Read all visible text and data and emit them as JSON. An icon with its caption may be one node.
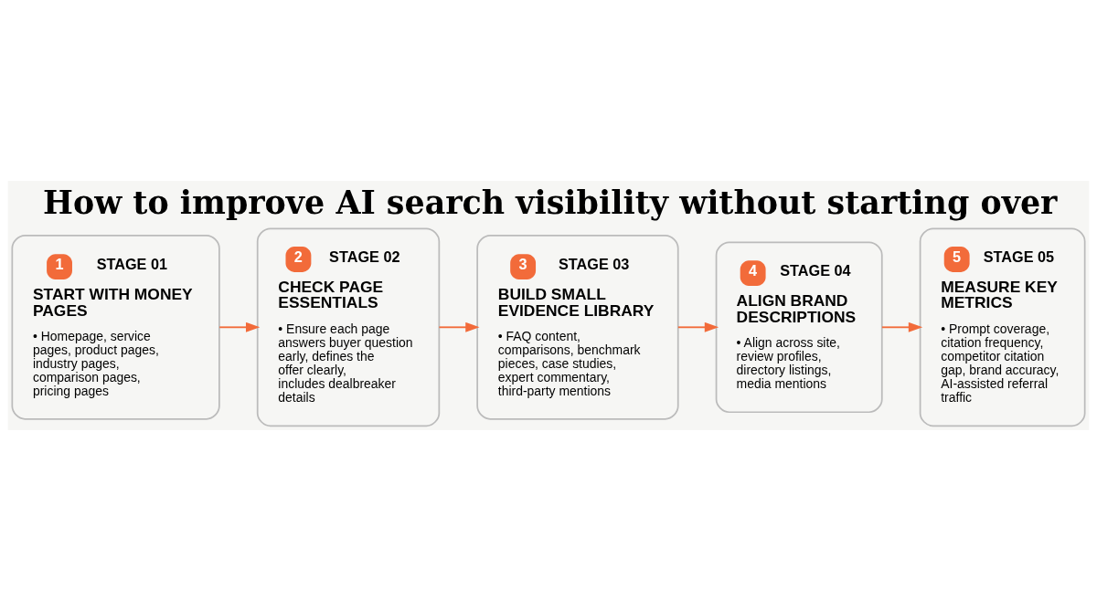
{
  "diagram": {
    "title": "How to improve AI search visibility without starting over",
    "nodes": [
      {
        "text": [
          "1",
          "STAGE 01",
          "START WITH MONEY PAGES",
          "• Homepage, service pages, product pages, industry pages, comparison pages, pricing pages"
        ]
      },
      {
        "text": [
          "2",
          "STAGE 02",
          "CHECK PAGE ESSENTIALS",
          "• Ensure each page answers buyer question early, defines the offer clearly, includes dealbreaker details"
        ]
      },
      {
        "text": [
          "3",
          "STAGE 03",
          "BUILD SMALL EVIDENCE LIBRARY",
          "• FAQ content, comparisons, benchmark pieces, case studies, expert commentary, third-party mentions"
        ]
      },
      {
        "text": [
          "4",
          "STAGE 04",
          "ALIGN BRAND DESCRIPTIONS",
          "• Align across site, review profiles, directory listings, media mentions"
        ]
      },
      {
        "text": [
          "5",
          "STAGE 05",
          "MEASURE KEY METRICS",
          "• Prompt coverage, citation frequency, competitor citation gap, brand accuracy, AI-assisted referral traffic"
        ]
      }
    ],
    "edges": [
      {
        "from": 0,
        "to": 1,
        "arrow": "to"
      },
      {
        "from": 1,
        "to": 2,
        "arrow": "to"
      },
      {
        "from": 2,
        "to": 3,
        "arrow": "to"
      },
      {
        "from": 3,
        "to": 4,
        "arrow": "to"
      }
    ]
  }
}
